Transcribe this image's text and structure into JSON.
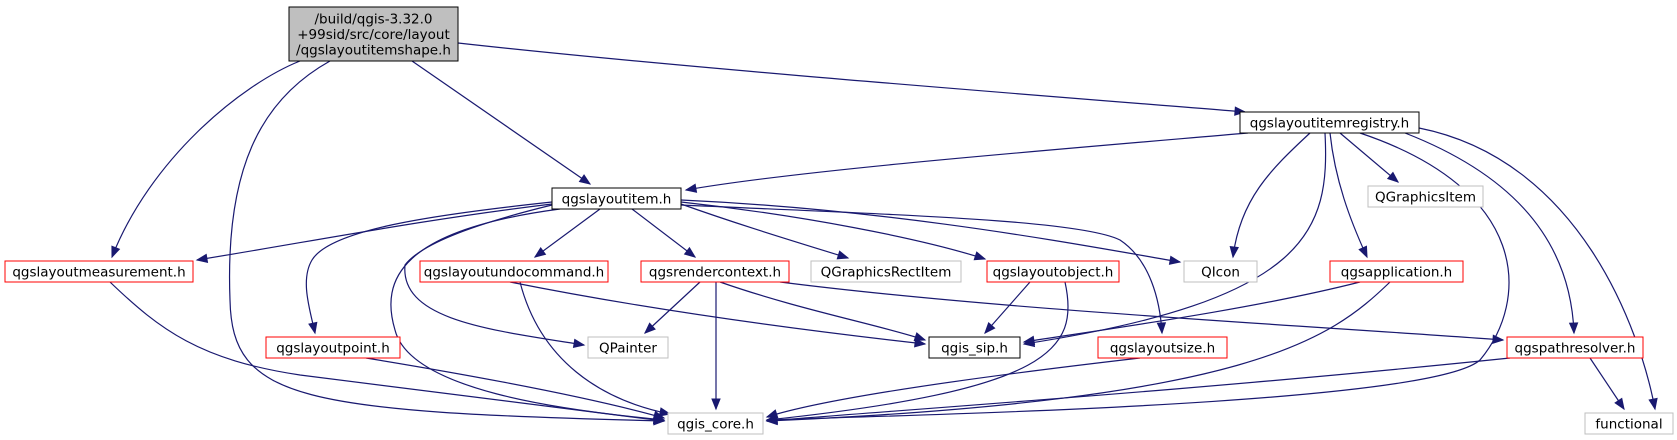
{
  "colors": {
    "edge": "#191970",
    "root_fill": "#bfbfbf",
    "black_border": "#000000",
    "red_border": "#ff0000",
    "grey_border": "#bfbfbf",
    "background": "#ffffff"
  },
  "nodes": [
    {
      "id": "root",
      "lines": [
        "/build/qgis-3.32.0",
        "+99sid/src/core/layout",
        "/qgslayoutitemshape.h"
      ],
      "style": "root"
    },
    {
      "id": "registry",
      "lines": [
        "qgslayoutitemregistry.h"
      ],
      "style": "black"
    },
    {
      "id": "layoutitem",
      "lines": [
        "qgslayoutitem.h"
      ],
      "style": "black"
    },
    {
      "id": "qgraphicsitem",
      "lines": [
        "QGraphicsItem"
      ],
      "style": "grey"
    },
    {
      "id": "measurement",
      "lines": [
        "qgslayoutmeasurement.h"
      ],
      "style": "red"
    },
    {
      "id": "undocommand",
      "lines": [
        "qgslayoutundocommand.h"
      ],
      "style": "red"
    },
    {
      "id": "rendercontext",
      "lines": [
        "qgsrendercontext.h"
      ],
      "style": "red"
    },
    {
      "id": "qgraphicsrectitem",
      "lines": [
        "QGraphicsRectItem"
      ],
      "style": "grey"
    },
    {
      "id": "layoutobject",
      "lines": [
        "qgslayoutobject.h"
      ],
      "style": "red"
    },
    {
      "id": "qicon",
      "lines": [
        "QIcon"
      ],
      "style": "grey"
    },
    {
      "id": "application",
      "lines": [
        "qgsapplication.h"
      ],
      "style": "red"
    },
    {
      "id": "layoutpoint",
      "lines": [
        "qgslayoutpoint.h"
      ],
      "style": "red"
    },
    {
      "id": "qpainter",
      "lines": [
        "QPainter"
      ],
      "style": "grey"
    },
    {
      "id": "sip",
      "lines": [
        "qgis_sip.h"
      ],
      "style": "black"
    },
    {
      "id": "layoutsize",
      "lines": [
        "qgslayoutsize.h"
      ],
      "style": "red"
    },
    {
      "id": "pathresolver",
      "lines": [
        "qgspathresolver.h"
      ],
      "style": "red"
    },
    {
      "id": "core",
      "lines": [
        "qgis_core.h"
      ],
      "style": "grey"
    },
    {
      "id": "functional",
      "lines": [
        "functional"
      ],
      "style": "grey"
    }
  ],
  "edges": [
    [
      "root",
      "registry"
    ],
    [
      "root",
      "layoutitem"
    ],
    [
      "root",
      "measurement"
    ],
    [
      "root",
      "core"
    ],
    [
      "registry",
      "layoutitem"
    ],
    [
      "registry",
      "qgraphicsitem"
    ],
    [
      "registry",
      "qicon"
    ],
    [
      "registry",
      "application"
    ],
    [
      "registry",
      "sip"
    ],
    [
      "registry",
      "pathresolver"
    ],
    [
      "registry",
      "core"
    ],
    [
      "registry",
      "functional"
    ],
    [
      "layoutitem",
      "measurement"
    ],
    [
      "layoutitem",
      "undocommand"
    ],
    [
      "layoutitem",
      "rendercontext"
    ],
    [
      "layoutitem",
      "qgraphicsrectitem"
    ],
    [
      "layoutitem",
      "layoutobject"
    ],
    [
      "layoutitem",
      "qicon"
    ],
    [
      "layoutitem",
      "layoutpoint"
    ],
    [
      "layoutitem",
      "qpainter"
    ],
    [
      "layoutitem",
      "layoutsize"
    ],
    [
      "layoutitem",
      "core"
    ],
    [
      "measurement",
      "core"
    ],
    [
      "undocommand",
      "sip"
    ],
    [
      "undocommand",
      "core"
    ],
    [
      "rendercontext",
      "qpainter"
    ],
    [
      "rendercontext",
      "sip"
    ],
    [
      "rendercontext",
      "core"
    ],
    [
      "rendercontext",
      "pathresolver"
    ],
    [
      "layoutobject",
      "sip"
    ],
    [
      "layoutobject",
      "core"
    ],
    [
      "application",
      "sip"
    ],
    [
      "application",
      "core"
    ],
    [
      "layoutpoint",
      "core"
    ],
    [
      "layoutsize",
      "core"
    ],
    [
      "pathresolver",
      "core"
    ],
    [
      "pathresolver",
      "functional"
    ]
  ]
}
